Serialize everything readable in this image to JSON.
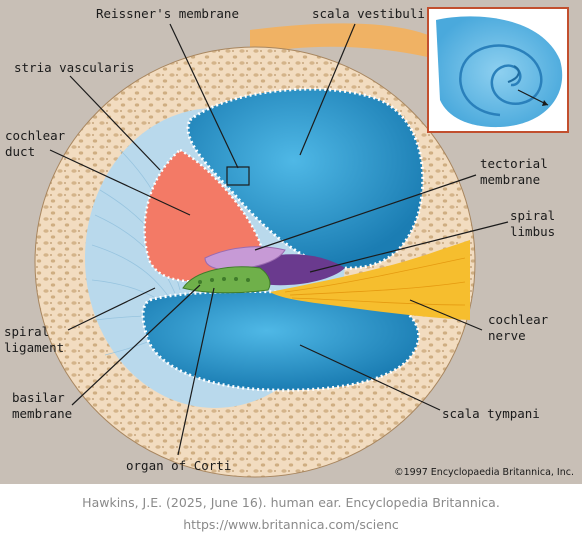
{
  "diagram": {
    "labels": {
      "reissners_membrane": "Reissner's membrane",
      "scala_vestibuli": "scala vestibuli",
      "stria_vascularis": "stria vascularis",
      "cochlear_duct": "cochlear\nduct",
      "tectorial_membrane": "tectorial\nmembrane",
      "spiral_limbus": "spiral\nlimbus",
      "spiral_ligament": "spiral\nligament",
      "cochlear_nerve": "cochlear\nnerve",
      "basilar_membrane": "basilar\nmembrane",
      "scala_tympani": "scala tympani",
      "organ_of_corti": "organ of Corti"
    },
    "copyright": "©1997 Encyclopaedia Britannica, Inc.",
    "colors": {
      "background": "#c8bfb6",
      "bone": "#f2dcc0",
      "bone_pores": "#d4b48a",
      "scala": "#2a9bd0",
      "cochlear_duct": "#f37a66",
      "spiral_ligament": "#b9d9ec",
      "cochlear_nerve": "#f6be2e",
      "spiral_limbus": "#6a3a8e",
      "tectorial_membrane": "#c79ad6",
      "organ_of_corti": "#6fb04a"
    },
    "inset": "spiral cochlea thumbnail"
  },
  "caption": {
    "line1": "Hawkins, J.E. (2025, June 16). human ear. Encyclopedia Britannica.",
    "line2": "https://www.britannica.com/scienc"
  }
}
